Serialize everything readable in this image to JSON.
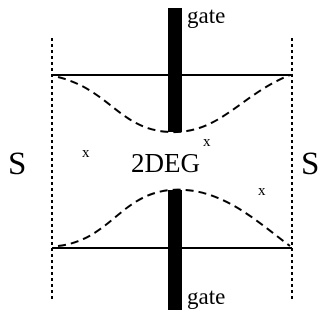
{
  "labels": {
    "gate_top": "gate",
    "gate_bottom": "gate",
    "source_left": "S",
    "source_right": "S",
    "two_deg": "2DEG",
    "marker": "x"
  },
  "colors": {
    "ink": "#000000",
    "background": "#ffffff"
  }
}
